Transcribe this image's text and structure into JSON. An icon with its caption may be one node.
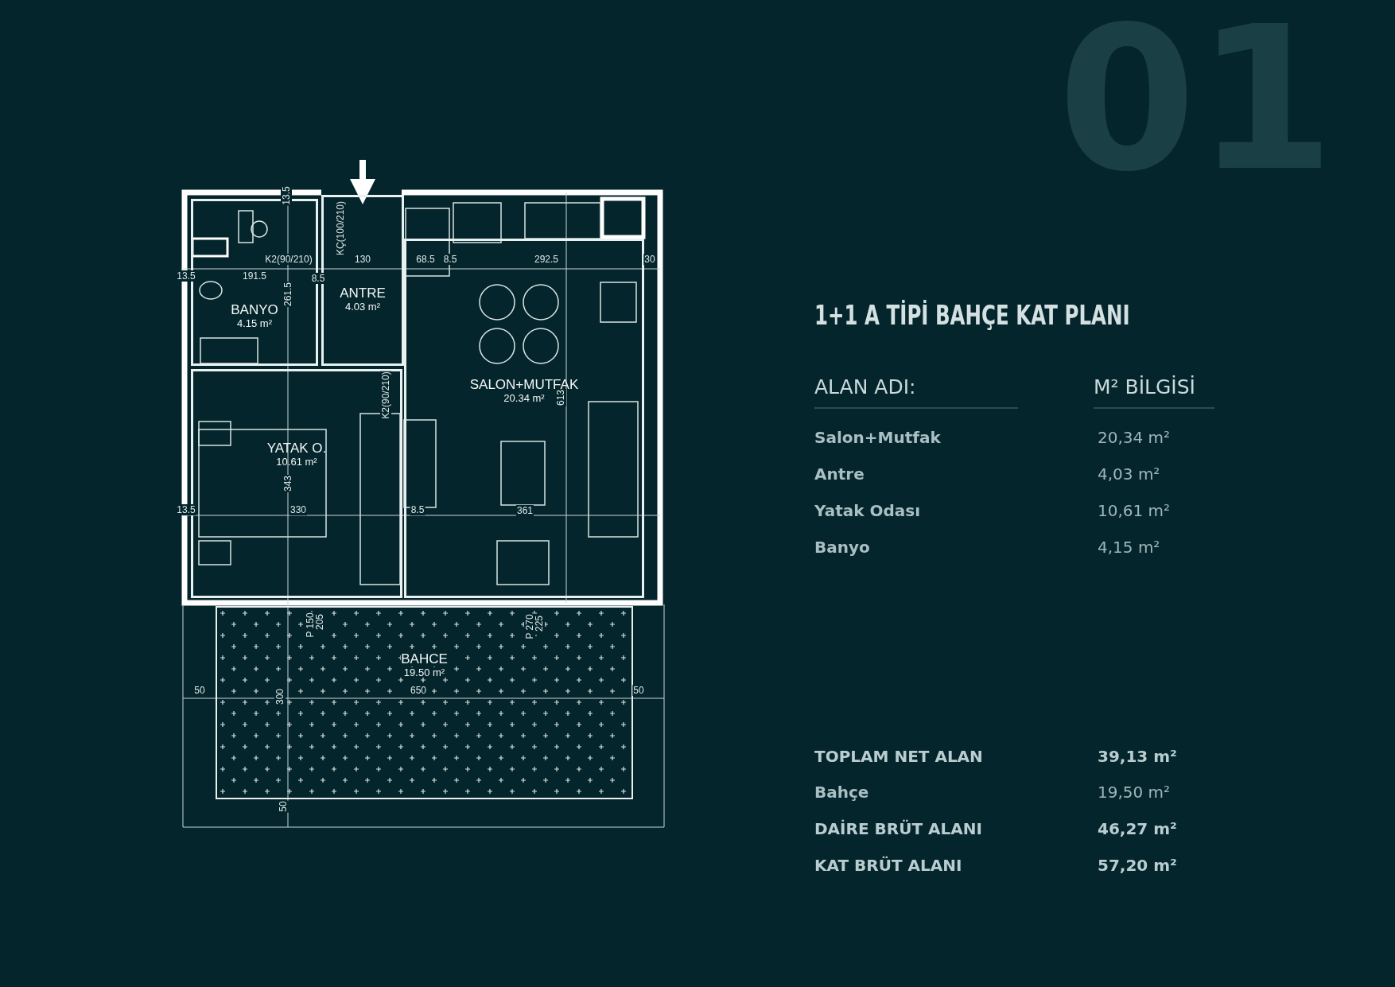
{
  "diagram": {
    "title": "1+1 A TİPİ BAHÇE KAT PLANI",
    "nodes": [
      {
        "text": [
          "BANYO",
          "4.15 m²"
        ]
      },
      {
        "text": [
          "ANTRE",
          "4.03 m²"
        ]
      },
      {
        "text": [
          "SALON+MUTFAK",
          "20.34 m²"
        ]
      },
      {
        "text": [
          "YATAK O.",
          "10.61 m²"
        ]
      },
      {
        "text": [
          "BAHCE",
          "19.50 m²"
        ]
      }
    ],
    "edges": [
      {
        "from": null,
        "to": 1,
        "arrow": "to"
      }
    ],
    "labels": [
      "01",
      "ALAN ADI:",
      "M² BİLGİSİ",
      "Salon+Mutfak",
      "20,34 m²",
      "Antre",
      "4,03 m²",
      "Yatak Odası",
      "10,61 m²",
      "Banyo",
      "4,15 m²",
      "TOPLAM NET ALAN",
      "39,13 m²",
      "Bahçe",
      "19,50 m²",
      "DAİRE BRÜT ALANI",
      "46,27 m²",
      "KAT BRÜT ALANI",
      "57,20 m²",
      "13.5",
      "KÇ(100/210)",
      "130",
      "13.5",
      "191.5",
      "K2(90/210)",
      "261.5",
      "8.5",
      "68.5",
      "8.5",
      "292.5",
      "30",
      "613",
      "K2(90/210)",
      "343",
      "13.5",
      "330",
      "8.5",
      "361",
      "P 150",
      "205",
      "P 270",
      "225",
      "50",
      "650",
      "50",
      "300",
      "50"
    ]
  }
}
